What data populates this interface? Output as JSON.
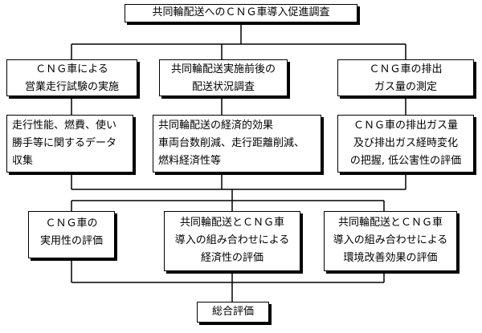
{
  "title": "共同輪配送へのＣＮＧ車導入促進調査",
  "row1": [
    {
      "lines": [
        "ＣＮＧ車による",
        "営業走行試験の実施"
      ]
    },
    {
      "lines": [
        "共同輪配送実施前後の",
        "配送状況調査"
      ]
    },
    {
      "lines": [
        "ＣＮＧ車の排出",
        "ガス量の測定"
      ]
    }
  ],
  "row2": [
    {
      "lines": [
        "走行性能、燃費、使い",
        "勝手等に関するデータ",
        "収集"
      ]
    },
    {
      "lines": [
        "共同輪配送の経済的効果",
        "車両台数削減、走行距離削減、",
        "燃料経済性等"
      ]
    },
    {
      "lines": [
        "ＣＮＧ車の排出ガス量",
        "及び排出ガス経時変化",
        "の把握, 低公害性の評価"
      ]
    }
  ],
  "row3": [
    {
      "lines": [
        "ＣＮＧ車の",
        "実用性の評価"
      ]
    },
    {
      "lines": [
        "共同輪配送とＣＮＧ車",
        "導入の組み合わせによる",
        "経済性の評価"
      ]
    },
    {
      "lines": [
        "共同輪配送とＣＮＧ車",
        "導入の組み合わせによる",
        "環境改善効果の評価"
      ]
    }
  ],
  "final": "総合評価"
}
